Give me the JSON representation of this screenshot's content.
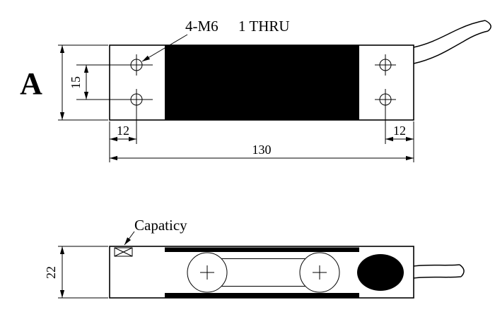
{
  "drawing": {
    "top_view": {
      "thread_callout": "4-M6",
      "thru_callout": "1 THRU",
      "height_label": "A",
      "hole_spacing": "15",
      "edge_offset_left": "12",
      "edge_offset_right": "12",
      "total_length": "130"
    },
    "side_view": {
      "capacity_callout": "Capaticy",
      "height": "22"
    },
    "colors": {
      "ink": "#000000",
      "fill_dark": "#000000",
      "background": "#ffffff"
    }
  }
}
